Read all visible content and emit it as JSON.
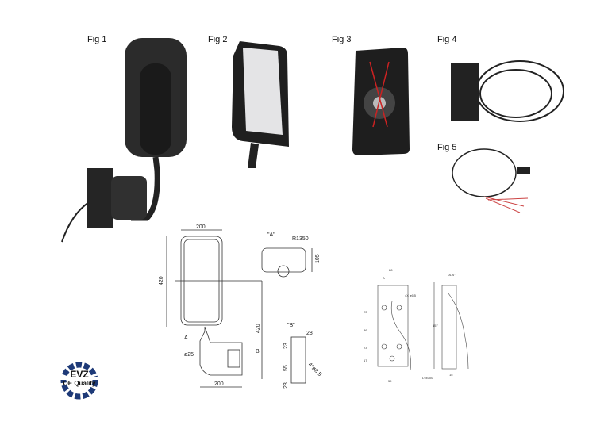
{
  "figures": [
    {
      "label": "Fig 1"
    },
    {
      "label": "Fig 2"
    },
    {
      "label": "Fig 3"
    },
    {
      "label": "Fig 4"
    },
    {
      "label": "Fig 5"
    }
  ],
  "drawing_main": {
    "width_top": "200",
    "height_left": "420",
    "height_right": "420",
    "width_bottom": "200",
    "tube_dia": "ø25",
    "arrow_a": "A",
    "arrow_b": "B",
    "view_a": "\"A\"",
    "radius": "R1350",
    "view_a_height": "105",
    "view_b": "\"B\"",
    "view_b_width": "28",
    "view_b_h1": "23",
    "view_b_h2": "55",
    "view_b_h3": "23",
    "holes": "4*ø8.5"
  },
  "drawing_bracket": {
    "top_width": "28",
    "holes": "4X ø6.5",
    "h1": "23",
    "h2": "36",
    "h3": "23",
    "h4": "17",
    "bottom_width": "59",
    "section": "\"A-A\"",
    "length": "157",
    "thickness": "15",
    "cable": "L≈4000",
    "arrow": "A"
  },
  "logo": {
    "brand": "EVZ",
    "tagline": "OE Quality",
    "color": "#1e3a78"
  }
}
